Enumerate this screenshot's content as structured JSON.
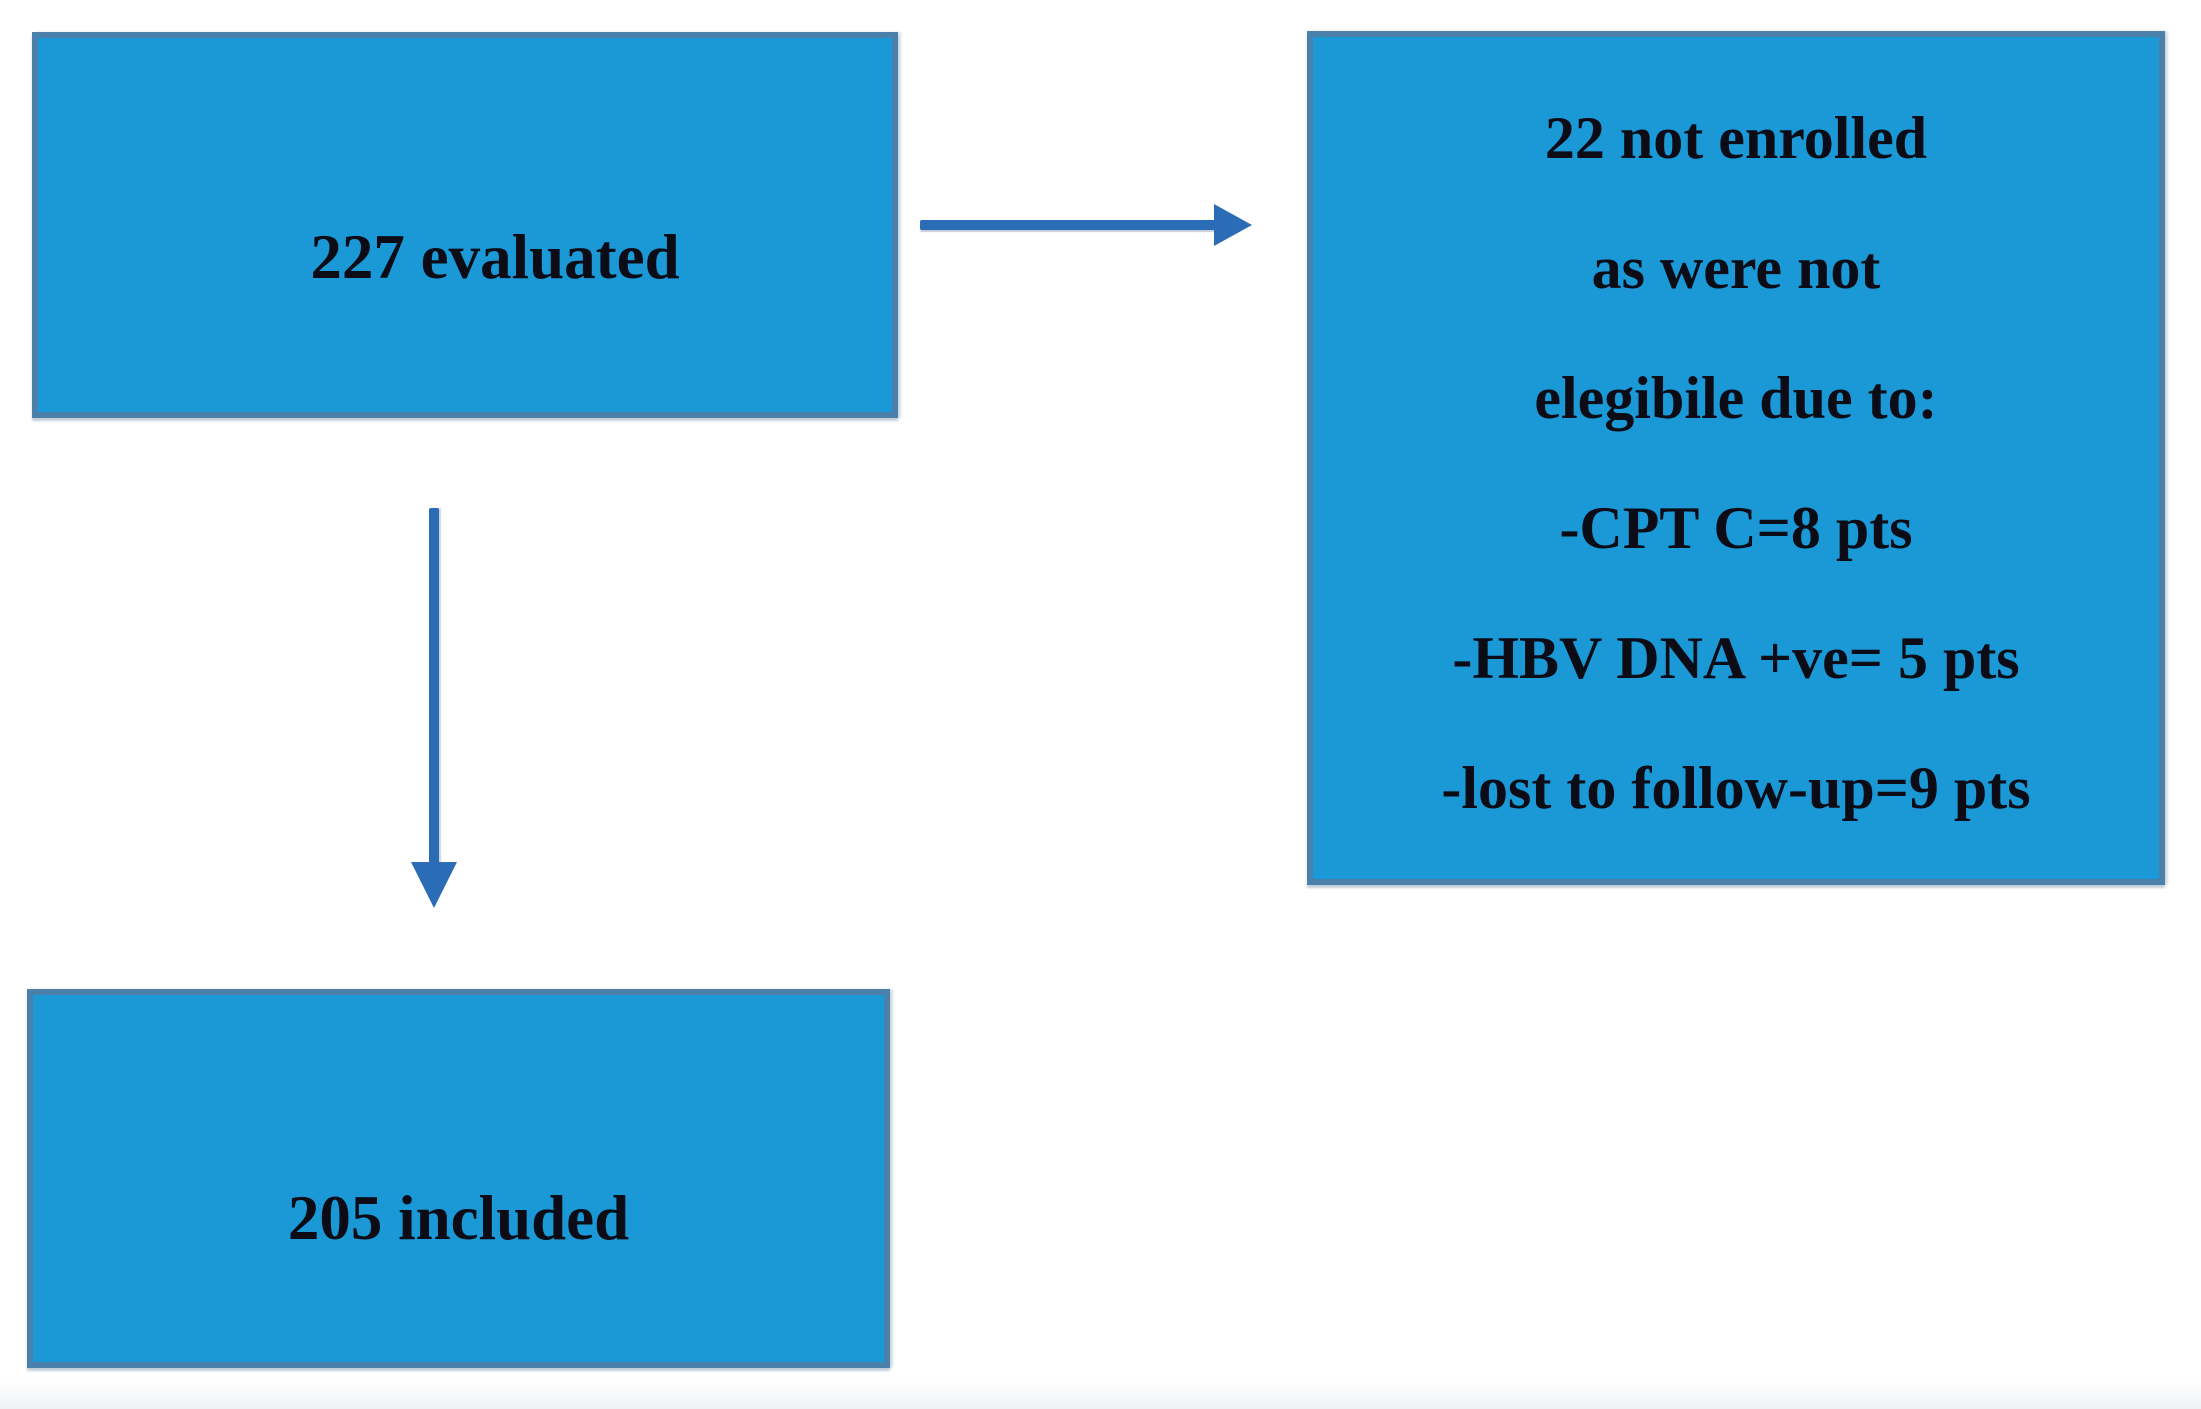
{
  "diagram": {
    "type": "flowchart",
    "background_color": "#ffffff",
    "colors": {
      "box_fill": "#1b98d6",
      "box_border": "#4a80a9",
      "arrow": "#2b6cb6",
      "text": "#0c0c16"
    },
    "nodes": [
      {
        "id": "evaluated",
        "label": "227 evaluated"
      },
      {
        "id": "not_enrolled",
        "lines": [
          "22 not enrolled",
          "as were not",
          "elegibile due to:",
          "-CPT C=8 pts",
          "-HBV DNA +ve= 5 pts",
          "-lost to follow-up=9 pts"
        ]
      },
      {
        "id": "included",
        "label": "205 included"
      }
    ],
    "edges": [
      {
        "from": "evaluated",
        "to": "not_enrolled",
        "direction": "right"
      },
      {
        "from": "evaluated",
        "to": "included",
        "direction": "down"
      }
    ]
  }
}
